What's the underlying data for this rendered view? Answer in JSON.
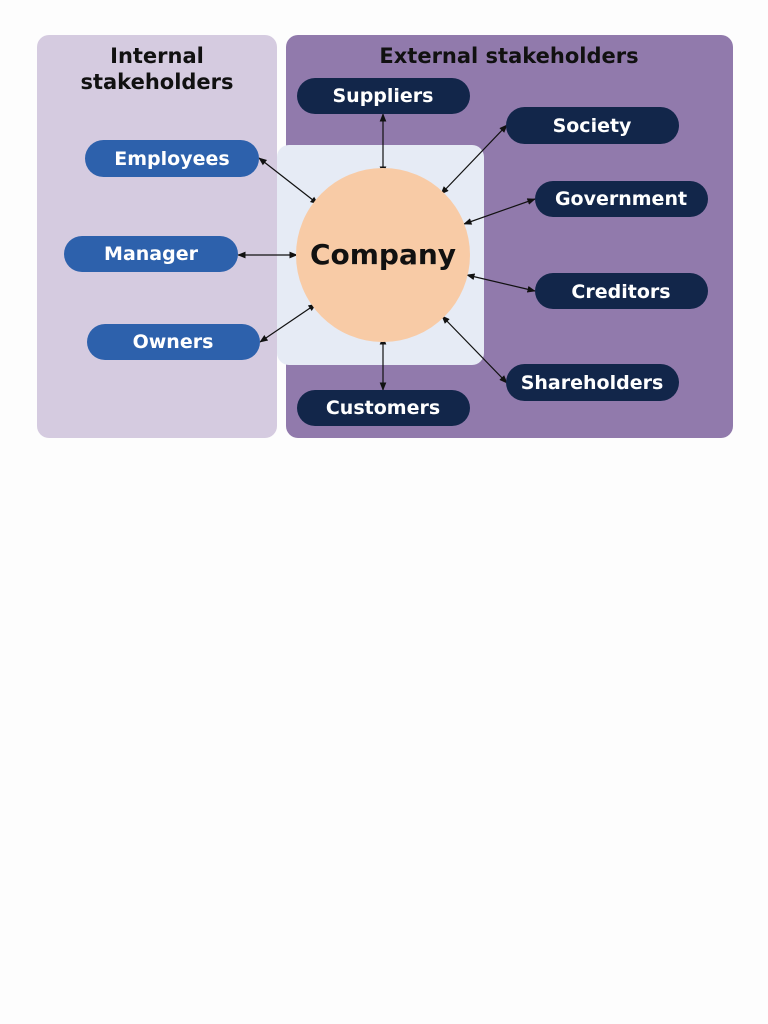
{
  "colors": {
    "internal_panel": "#d5cbe0",
    "external_panel": "#917aac",
    "company_zone": "#e6ebf5",
    "company_circle": "#f8cba6",
    "internal_pill": "#2d61ac",
    "external_pill": "#12264a",
    "pill_text": "#ffffff",
    "connector": "#111111"
  },
  "internal": {
    "title_line1": "Internal",
    "title_line2": "stakeholders",
    "items": [
      {
        "key": "employees",
        "label": "Employees"
      },
      {
        "key": "manager",
        "label": "Manager"
      },
      {
        "key": "owners",
        "label": "Owners"
      }
    ]
  },
  "external": {
    "title": "External stakeholders",
    "items": [
      {
        "key": "suppliers",
        "label": "Suppliers"
      },
      {
        "key": "society",
        "label": "Society"
      },
      {
        "key": "government",
        "label": "Government"
      },
      {
        "key": "creditors",
        "label": "Creditors"
      },
      {
        "key": "shareholders",
        "label": "Shareholders"
      },
      {
        "key": "customers",
        "label": "Customers"
      }
    ]
  },
  "center": {
    "label": "Company"
  },
  "connections": [
    {
      "from": "company",
      "to": "employees",
      "directed": "both"
    },
    {
      "from": "company",
      "to": "manager",
      "directed": "both"
    },
    {
      "from": "company",
      "to": "owners",
      "directed": "both"
    },
    {
      "from": "company",
      "to": "suppliers",
      "directed": "both"
    },
    {
      "from": "company",
      "to": "society",
      "directed": "both"
    },
    {
      "from": "company",
      "to": "government",
      "directed": "both"
    },
    {
      "from": "company",
      "to": "creditors",
      "directed": "both"
    },
    {
      "from": "company",
      "to": "shareholders",
      "directed": "both"
    },
    {
      "from": "company",
      "to": "customers",
      "directed": "both"
    }
  ]
}
